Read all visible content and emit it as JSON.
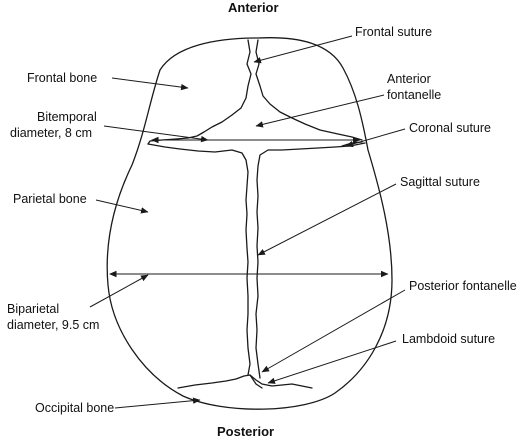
{
  "orientation": {
    "top": "Anterior",
    "bottom": "Posterior"
  },
  "labels": {
    "frontal_bone": "Frontal bone",
    "bitemporal_line1": "Bitemporal",
    "bitemporal_line2": "diameter, 8 cm",
    "parietal_bone": "Parietal bone",
    "biparietal_line1": "Biparietal",
    "biparietal_line2": "diameter, 9.5 cm",
    "occipital_bone": "Occipital bone",
    "frontal_suture": "Frontal suture",
    "anterior_fontanelle_line1": "Anterior",
    "anterior_fontanelle_line2": "fontanelle",
    "coronal_suture": "Coronal suture",
    "sagittal_suture": "Sagittal suture",
    "posterior_fontanelle": "Posterior fontanelle",
    "lambdoid_suture": "Lambdoid suture"
  },
  "colors": {
    "stroke": "#1a1a1a",
    "text": "#111111"
  }
}
